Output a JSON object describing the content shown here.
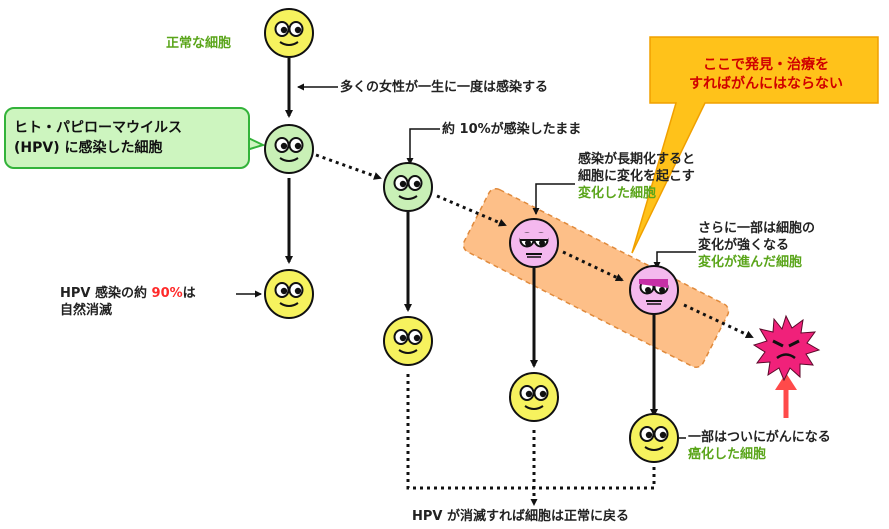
{
  "labels": {
    "normal_cell": "正常な細胞",
    "most_women_infected": "多くの女性が一生に一度は感染する",
    "hpv_callout_line1": "ヒト・パピローマウイルス",
    "hpv_callout_line2": "(HPV) に感染した細胞",
    "remain_infected": "約 10%が感染したまま",
    "long_term_line1": "感染が長期化すると",
    "long_term_line2": "細胞に変化を起こす",
    "changed_cell": "変化した細胞",
    "treatment_line1": "ここで発見・治療を",
    "treatment_line2": "すればがんにはならない",
    "stronger_line1": "さらに一部は細胞の",
    "stronger_line2": "変化が強くなる",
    "advanced_cell": "変化が進んだ細胞",
    "clearance_prefix": "HPV 感染の約",
    "clearance_percent": "90%",
    "clearance_suffix": "は",
    "clearance_line2": "自然消滅",
    "some_cancer": "一部はついにがんになる",
    "cancer_cell": "癌化した細胞",
    "return_normal": "HPV が消滅すれば細胞は正常に戻る"
  },
  "colors": {
    "normal_face": "#f6f25e",
    "infected_face": "#c9f0b6",
    "changed_face": "#f4b8ee",
    "cancer_face": "#f0217a",
    "highlight_band": "#fdbf88",
    "callout_orange": "#ffc21a",
    "callout_green": "#cdf5bf",
    "accent_green": "#5aa51a",
    "accent_red": "#ff2a2a"
  }
}
